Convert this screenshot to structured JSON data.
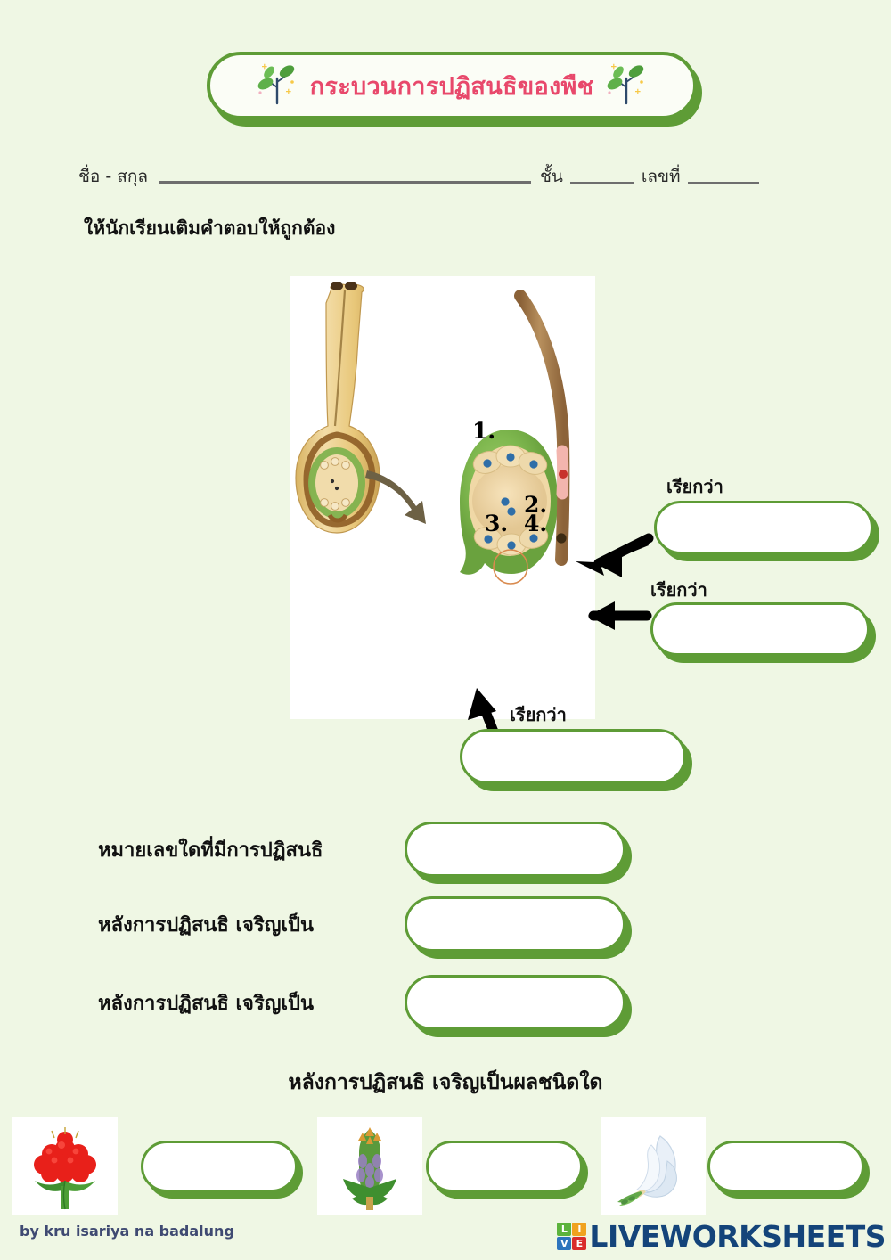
{
  "header": {
    "title": "กระบวนการปฏิสนธิของพืช",
    "left_icon": "leaf-sparkle-icon",
    "right_icon": "leaf-sparkle-icon",
    "title_color": "#e8486b",
    "border_color": "#5e9c36"
  },
  "name_row": {
    "name_label": "ชื่อ - สกุล",
    "class_label": "ชั้น",
    "number_label": "เลขที่",
    "name_value": "",
    "class_value": "",
    "number_value": ""
  },
  "instruction": "ให้นักเรียนเติมคำตอบให้ถูกต้อง",
  "diagram": {
    "description": "ovule-and-pollen-tube-diagram",
    "numbers": [
      "1.",
      "2.",
      "3.",
      "4."
    ],
    "pistil_label": "pistil-with-stigma-style-ovary",
    "embryo_sac_label": "embryo-sac",
    "pollen_tube_label": "pollen-tube"
  },
  "callouts": [
    {
      "label": "เรียกว่า",
      "value": "",
      "placeholder": ""
    },
    {
      "label": "เรียกว่า",
      "value": "",
      "placeholder": ""
    },
    {
      "label": "เรียกว่า",
      "value": "",
      "placeholder": ""
    }
  ],
  "questions": [
    {
      "label": "หมายเลขใดที่มีการปฏิสนธิ",
      "value": "",
      "placeholder": ""
    },
    {
      "label": "หลังการปฏิสนธิ เจริญเป็น",
      "value": "",
      "placeholder": ""
    },
    {
      "label": "หลังการปฏิสนธิ เจริญเป็น",
      "value": "",
      "placeholder": ""
    }
  ],
  "bottom_prompt": "หลังการปฏิสนธิ เจริญเป็นผลชนิดใด",
  "fruits": [
    {
      "image": "red-aggregate-fruit-image",
      "value": "",
      "placeholder": ""
    },
    {
      "image": "green-purple-pineapple-fruit-image",
      "value": "",
      "placeholder": ""
    },
    {
      "image": "white-flower-image",
      "value": "",
      "placeholder": ""
    }
  ],
  "footer": {
    "credit": "by kru isariya na badalung",
    "logo_letters": [
      "L",
      "I",
      "V",
      "E"
    ],
    "logo_colors": [
      "#5cb33c",
      "#f0a21e",
      "#2d74bd",
      "#d92b2b"
    ],
    "logo_word": "LIVEWORKSHEETS",
    "logo_word_color": "#14447a"
  },
  "colors": {
    "page_background": "#eff7e4",
    "accent_green": "#5e9c36",
    "title_pink": "#e8486b",
    "credit_navy": "#3f4a72"
  }
}
